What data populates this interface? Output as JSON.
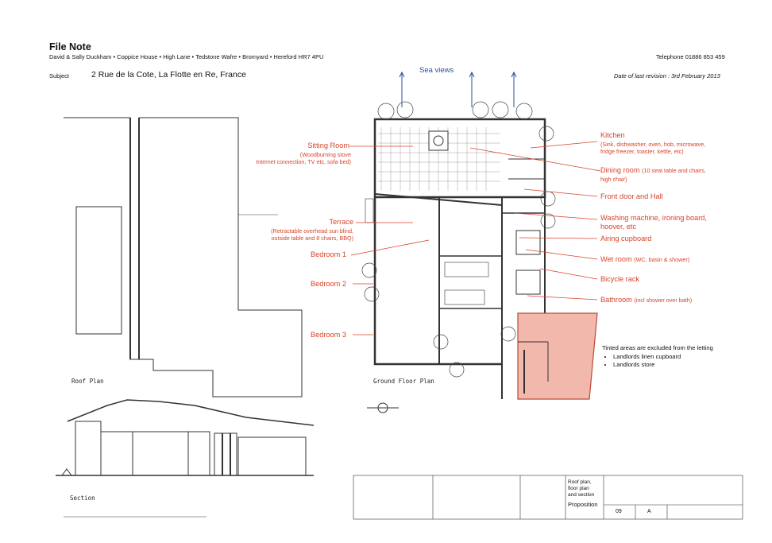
{
  "header": {
    "title": "File Note",
    "address": "David & Sally Duckham  • Coppice House • High Lane • Tedstone Wafre • Bromyard • Hereford HR7 4PU",
    "telephone": "Telephone 01886 853 459",
    "subject_label": "Subject",
    "subject": "2 Rue de la Cote, La Flotte en Re, France",
    "revision": "Date of last revision : 3rd February 2013"
  },
  "sea_views": "Sea views",
  "left_labels": {
    "sitting_room_title": "Sitting Room",
    "sitting_room_line1": "(Woodburning stove",
    "sitting_room_line2": "Internet connection, TV etc, sofa bed)",
    "terrace_title": "Terrace",
    "terrace_line1": "(Retractable overhead sun blind,",
    "terrace_line2": "outside table and 8 chairs, BBQ)",
    "bedroom1": "Bedroom 1",
    "bedroom2": "Bedroom 2",
    "bedroom3": "Bedroom 3"
  },
  "right_labels": {
    "kitchen_title": "Kitchen",
    "kitchen_line1": "(Sink, dishwasher, oven, hob, microwave,",
    "kitchen_line2": "fridge freezer, toaster, kettle, etc)",
    "dining_title": "Dining room",
    "dining_line1": "(10 seat table and chairs,",
    "dining_line2": "high chair)",
    "front_door": "Front door and Hall",
    "washing_line1": "Washing machine, ironing board,",
    "washing_line2": "hoover, etc",
    "airing": "Airing cupboard",
    "wet_room_title": "Wet room",
    "wet_room_detail": "(WC, basin & shower)",
    "bicycle": "Bicycle rack",
    "bathroom_title": "Bathroom",
    "bathroom_detail": "(incl shower over bath)"
  },
  "tint_note": {
    "heading": "Tinted areas are excluded from the letting",
    "items": [
      "Landlords linen cupboard",
      "Landlords store"
    ]
  },
  "plan_titles": {
    "roof": "Roof Plan",
    "ground": "Ground Floor Plan",
    "section": "Section"
  },
  "title_block": {
    "drawing_title_line1": "Roof plan, floor plan",
    "drawing_title_line2": "and section",
    "status": "Proposition",
    "drawing_no": "09",
    "revision_letter": "A"
  },
  "colors": {
    "annotation": "#d8432a",
    "sea_views": "#2a4f9a",
    "tint": "#f2b8ac"
  }
}
